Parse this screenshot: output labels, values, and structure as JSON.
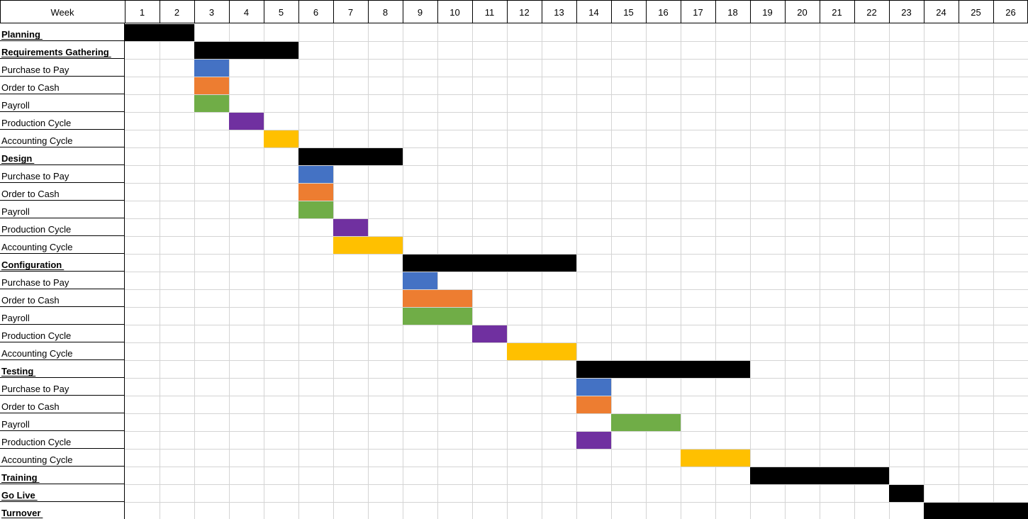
{
  "chart_data": {
    "type": "gantt",
    "header_label": "Week",
    "weeks": [
      1,
      2,
      3,
      4,
      5,
      6,
      7,
      8,
      9,
      10,
      11,
      12,
      13,
      14,
      15,
      16,
      17,
      18,
      19,
      20,
      21,
      22,
      23,
      24,
      25,
      26
    ],
    "colors": {
      "phase": "#000000",
      "Purchase to Pay": "#4472C4",
      "Order to Cash": "#ED7D31",
      "Payroll": "#70AD47",
      "Production Cycle": "#7030A0",
      "Accounting Cycle": "#FFC000"
    },
    "rows": [
      {
        "label": "Planning",
        "phase": true,
        "start": 1,
        "end": 2
      },
      {
        "label": "Requirements Gathering",
        "phase": true,
        "start": 3,
        "end": 5
      },
      {
        "label": "Purchase to Pay",
        "phase": false,
        "start": 3,
        "end": 3
      },
      {
        "label": "Order to Cash",
        "phase": false,
        "start": 3,
        "end": 3
      },
      {
        "label": "Payroll",
        "phase": false,
        "start": 3,
        "end": 3
      },
      {
        "label": "Production Cycle",
        "phase": false,
        "start": 4,
        "end": 4
      },
      {
        "label": "Accounting Cycle",
        "phase": false,
        "start": 5,
        "end": 5
      },
      {
        "label": "Design",
        "phase": true,
        "start": 6,
        "end": 8
      },
      {
        "label": "Purchase to Pay",
        "phase": false,
        "start": 6,
        "end": 6
      },
      {
        "label": "Order to Cash",
        "phase": false,
        "start": 6,
        "end": 6
      },
      {
        "label": "Payroll",
        "phase": false,
        "start": 6,
        "end": 6
      },
      {
        "label": "Production Cycle",
        "phase": false,
        "start": 7,
        "end": 7
      },
      {
        "label": "Accounting Cycle",
        "phase": false,
        "start": 7,
        "end": 8
      },
      {
        "label": "Configuration",
        "phase": true,
        "start": 9,
        "end": 13
      },
      {
        "label": "Purchase to Pay",
        "phase": false,
        "start": 9,
        "end": 9
      },
      {
        "label": "Order to Cash",
        "phase": false,
        "start": 9,
        "end": 10
      },
      {
        "label": "Payroll",
        "phase": false,
        "start": 9,
        "end": 10
      },
      {
        "label": "Production Cycle",
        "phase": false,
        "start": 11,
        "end": 11
      },
      {
        "label": "Accounting Cycle",
        "phase": false,
        "start": 12,
        "end": 13
      },
      {
        "label": "Testing",
        "phase": true,
        "start": 14,
        "end": 18
      },
      {
        "label": "Purchase to Pay",
        "phase": false,
        "start": 14,
        "end": 14
      },
      {
        "label": "Order to Cash",
        "phase": false,
        "start": 14,
        "end": 14
      },
      {
        "label": "Payroll",
        "phase": false,
        "start": 15,
        "end": 16
      },
      {
        "label": "Production Cycle",
        "phase": false,
        "start": 14,
        "end": 14
      },
      {
        "label": "Accounting Cycle",
        "phase": false,
        "start": 17,
        "end": 18
      },
      {
        "label": "Training",
        "phase": true,
        "start": 19,
        "end": 22
      },
      {
        "label": "Go Live",
        "phase": true,
        "start": 23,
        "end": 23
      },
      {
        "label": "Turnover",
        "phase": true,
        "start": 24,
        "end": 26
      }
    ]
  }
}
